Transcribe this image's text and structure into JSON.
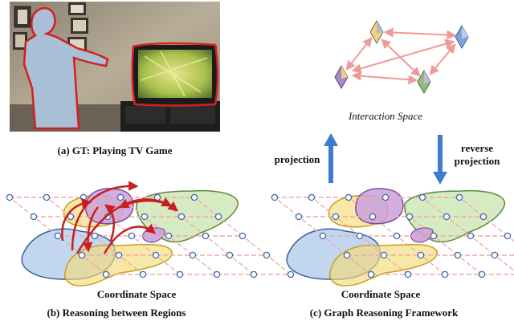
{
  "panel_a": {
    "caption": "(a) GT: Playing TV Game"
  },
  "panel_b": {
    "space_label": "Coordinate Space",
    "caption": "(b) Reasoning between Regions"
  },
  "panel_c": {
    "top_label": "Interaction Space",
    "space_label": "Coordinate Space",
    "caption": "(c) Graph Reasoning Framework",
    "projection_label": "projection",
    "reverse_label_1": "reverse",
    "reverse_label_2": "projection"
  },
  "colors": {
    "region_blue": "#a9c4ea",
    "region_yellow": "#f4dc7a",
    "region_purple": "#c9a0de",
    "region_green": "#c6e3a8",
    "grid_edge": "#f2a8a8",
    "arrow_red": "#c81e1e",
    "arrow_blue": "#3f7ccf",
    "outline_red": "#d42020"
  },
  "icons": [
    "diamond-node-icon",
    "up-arrow-icon",
    "down-arrow-icon"
  ]
}
